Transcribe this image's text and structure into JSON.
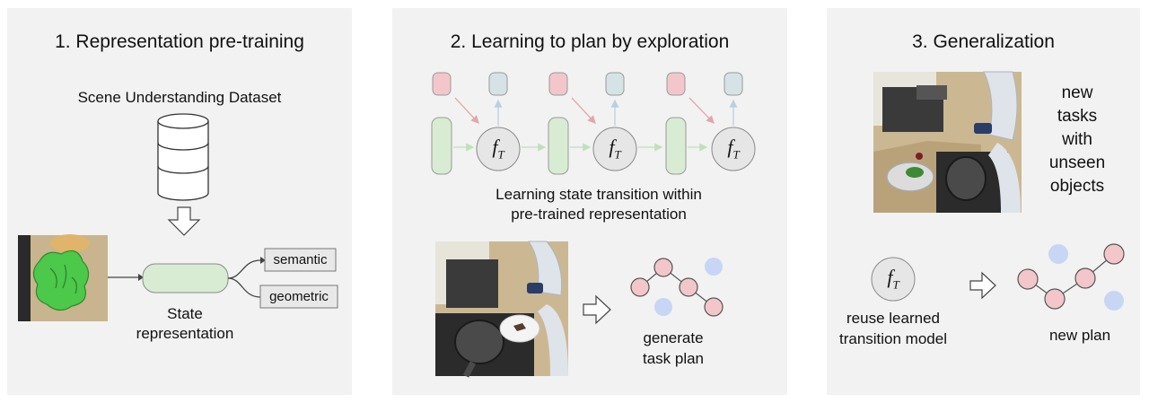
{
  "panel1": {
    "title": "1. Representation pre-training",
    "dataset_label": "Scene Understanding Dataset",
    "state_label_line1": "State",
    "state_label_line2": "representation",
    "output_semantic": "semantic",
    "output_geometric": "geometric"
  },
  "panel2": {
    "title": "2. Learning to plan by exploration",
    "transition_symbol": "f",
    "transition_subscript": "T",
    "caption_line1": "Learning state transition within",
    "caption_line2": "pre-trained representation",
    "plan_line1": "generate",
    "plan_line2": "task plan"
  },
  "panel3": {
    "title": "3. Generalization",
    "tasks_lines": [
      "new",
      "tasks",
      "with",
      "unseen",
      "objects"
    ],
    "reuse_line1": "reuse learned",
    "reuse_line2": "transition model",
    "new_plan": "new plan"
  },
  "colors": {
    "panel_bg": "#f2f2f2",
    "pink_node": "#f3c6cb",
    "blue_node": "#c7d6f4",
    "green_state": "#d8ecd3",
    "teal_output": "#d6e3e6"
  }
}
